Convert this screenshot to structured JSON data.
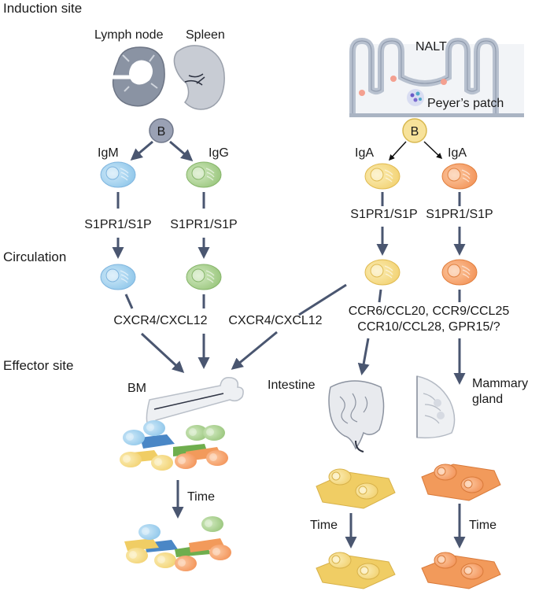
{
  "sections": {
    "induction": "Induction site",
    "circulation": "Circulation",
    "effector": "Effector site"
  },
  "organs": {
    "lymph_node": "Lymph node",
    "spleen": "Spleen",
    "nalt": "NALT",
    "peyers_patch": "Peyer’s patch",
    "bm": "BM",
    "intestine": "Intestine",
    "mammary_line1": "Mammary",
    "mammary_line2": "gland"
  },
  "cells": {
    "b_left": "B",
    "b_right": "B"
  },
  "isotypes": {
    "igm": "IgM",
    "igg": "IgG",
    "iga_1": "IgA",
    "iga_2": "IgA"
  },
  "receptors": {
    "s1pr1_1": "S1PR1/S1P",
    "s1pr1_2": "S1PR1/S1P",
    "s1pr1_3": "S1PR1/S1P",
    "s1pr1_4": "S1PR1/S1P",
    "cxcr4_left": "CXCR4/CXCL12",
    "cxcr4_mid": "CXCR4/CXCL12",
    "ccr_line1": "CCR6/CCL20, CCR9/CCL25",
    "ccr_line2": "CCR10/CCL28, GPR15/?"
  },
  "time": {
    "bm": "Time",
    "intestine": "Time",
    "mammary": "Time"
  },
  "colors": {
    "arrow": "#4a5670",
    "igm_cell": "#9fd0ee",
    "igg_cell": "#a7d08c",
    "iga_yellow": "#f5dc7e",
    "iga_orange": "#f6a26b",
    "b_cell": "#9aa1b4",
    "b_cell_alt": "#f7e29a"
  }
}
